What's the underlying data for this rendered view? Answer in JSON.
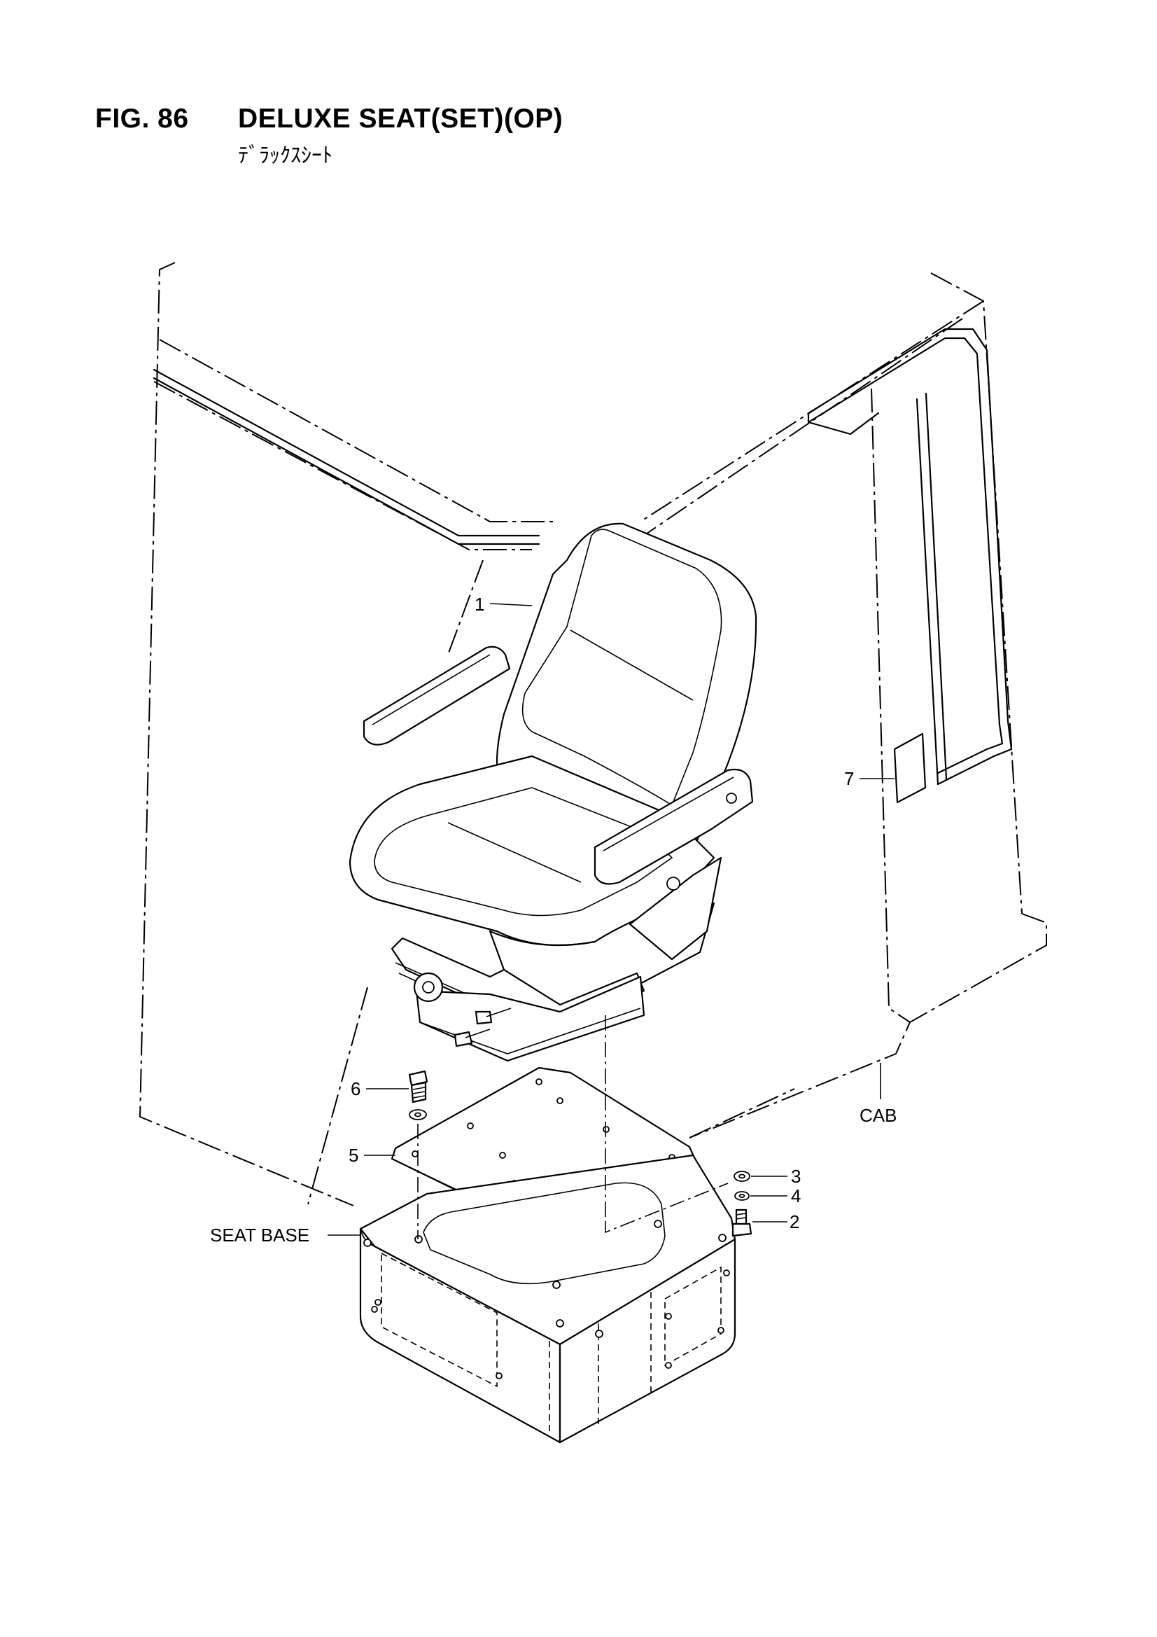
{
  "header": {
    "figure": "FIG. 86",
    "name": "DELUXE SEAT(SET)(OP)",
    "subtitle": "ﾃﾞﾗｯｸｽｼｰﾄ"
  },
  "callouts": [
    {
      "id": "1",
      "text": "1"
    },
    {
      "id": "2",
      "text": "2"
    },
    {
      "id": "3",
      "text": "3"
    },
    {
      "id": "4",
      "text": "4"
    },
    {
      "id": "5",
      "text": "5"
    },
    {
      "id": "6",
      "text": "6"
    },
    {
      "id": "7",
      "text": "7"
    }
  ],
  "labels": {
    "cab": "CAB",
    "seat_base": "SEAT BASE"
  }
}
